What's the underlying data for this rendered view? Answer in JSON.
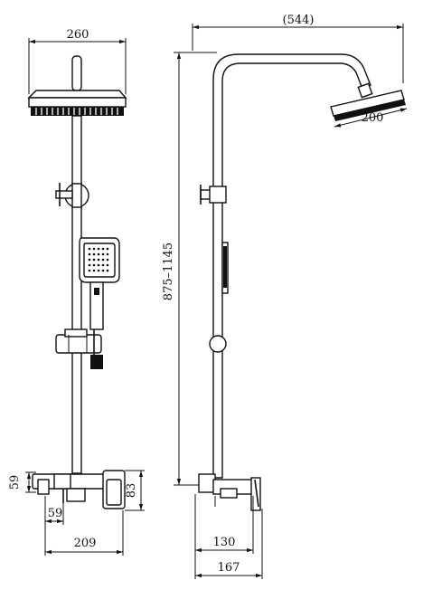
{
  "dimensions": {
    "front_top_width": "260",
    "side_reach": "(544)",
    "head_diameter": "200",
    "height_range": "875–1145",
    "front_mixer_height_left": "59",
    "front_mixer_height_right": "83",
    "front_lower_59": "59",
    "front_base_width": "209",
    "side_base_130": "130",
    "side_base_167": "167"
  }
}
